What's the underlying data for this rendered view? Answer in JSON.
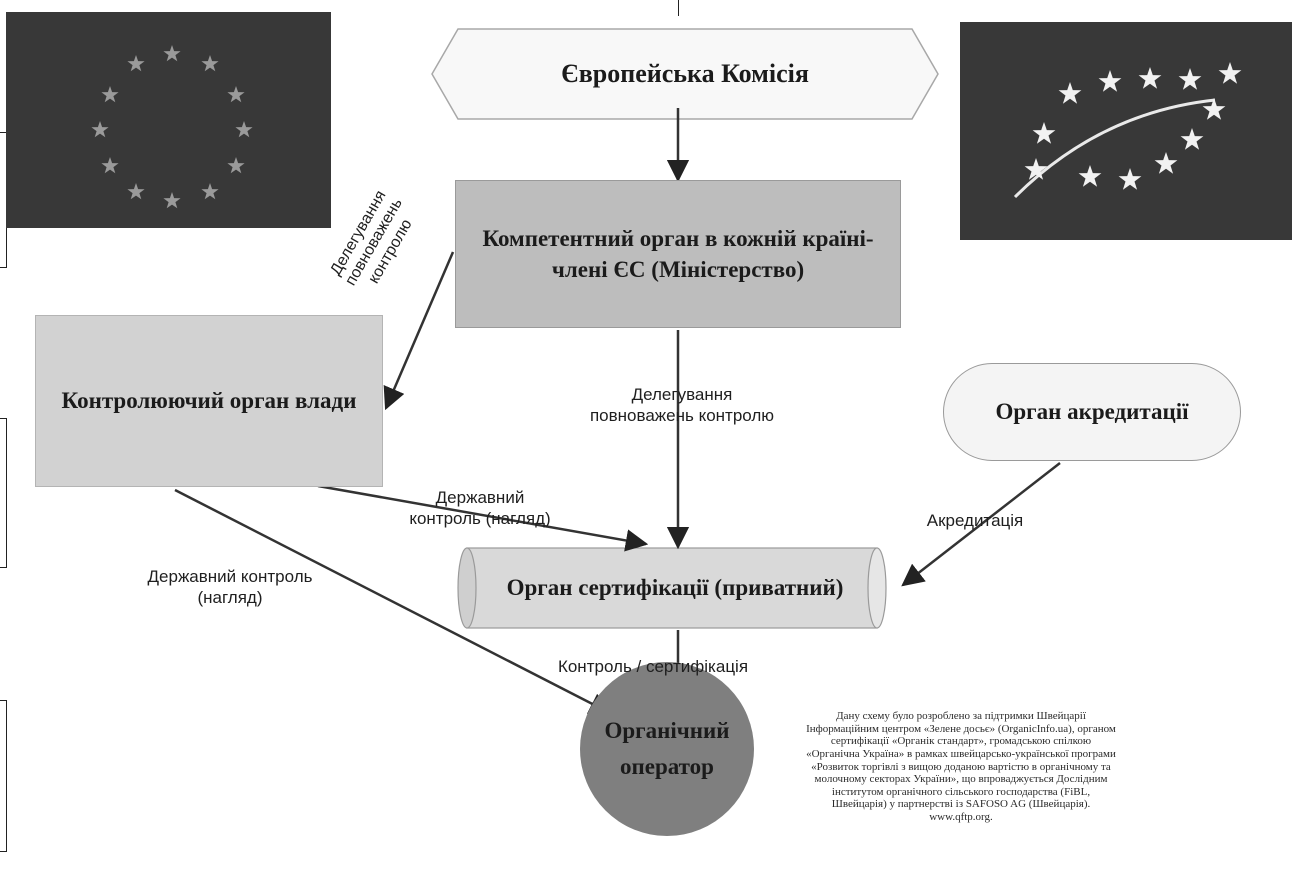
{
  "nodes": {
    "european_commission": "Європейська Комісія",
    "competent_authority": "Компетентний орган в кожній країні-члені ЄС (Міністерство)",
    "control_authority": "Контролюючий орган влади",
    "accreditation_body": "Орган акредитації",
    "certification_body": "Орган сертифікації (приватний)",
    "organic_operator": "Органічний оператор"
  },
  "edge_labels": {
    "delegation_rotated": "Делегування повноважень контролю",
    "delegation_center": "Делегування повноважень контролю",
    "state_control_upper": "Державний контроль (нагляд)",
    "state_control_lower": "Державний контроль (нагляд)",
    "accreditation": "Акредитація",
    "control_certification": "Контроль / сертифікація"
  },
  "credits": "Дану схему було розроблено за підтримки Швейцарії Інформаційним центром «Зелене досьє» (OrganicInfo.ua), органом сертифікації «Органік стандарт», громадською спілкою «Органічна Україна» в рамках швейцарсько-української програми «Розвиток торгівлі з вищою доданою вартістю в органічному та молочному секторах України», що впроваджується Дослідним інститутом органічного сільського господарства (FiBL, Швейцарія) у партнерстві із SAFOSO AG (Швейцарія). www.qftp.org.",
  "images": {
    "left": "eu-flag",
    "right": "eu-organic-logo"
  },
  "colors": {
    "flag_bg": "#383838",
    "competent_fill": "#bdbdbd",
    "control_fill": "#d2d2d2",
    "operator_fill": "#7f7f7f",
    "star": "#9a9a9a",
    "star_bright": "#f2f2f2"
  }
}
